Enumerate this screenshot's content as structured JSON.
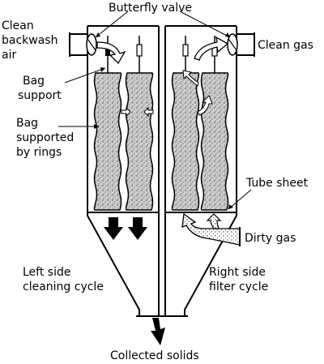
{
  "labels": {
    "butterfly_valve": "Butterfly valve",
    "clean_backwash_air": [
      "Clean",
      "backwash",
      "air"
    ],
    "clean_gas": "Clean gas",
    "bag_support": [
      "Bag",
      "support"
    ],
    "bag_supported_by_rings": [
      "Bag",
      "supported",
      "by rings"
    ],
    "tube_sheet": "Tube sheet",
    "dirty_gas": "Dirty gas",
    "left_side": [
      "Left side",
      "cleaning cycle"
    ],
    "right_side": [
      "Right side",
      "filter cycle"
    ],
    "collected_solids": "Collected solids"
  },
  "colors": {
    "line": "#000000",
    "bag_fill": "#c8c8c8",
    "background": "#ffffff"
  }
}
